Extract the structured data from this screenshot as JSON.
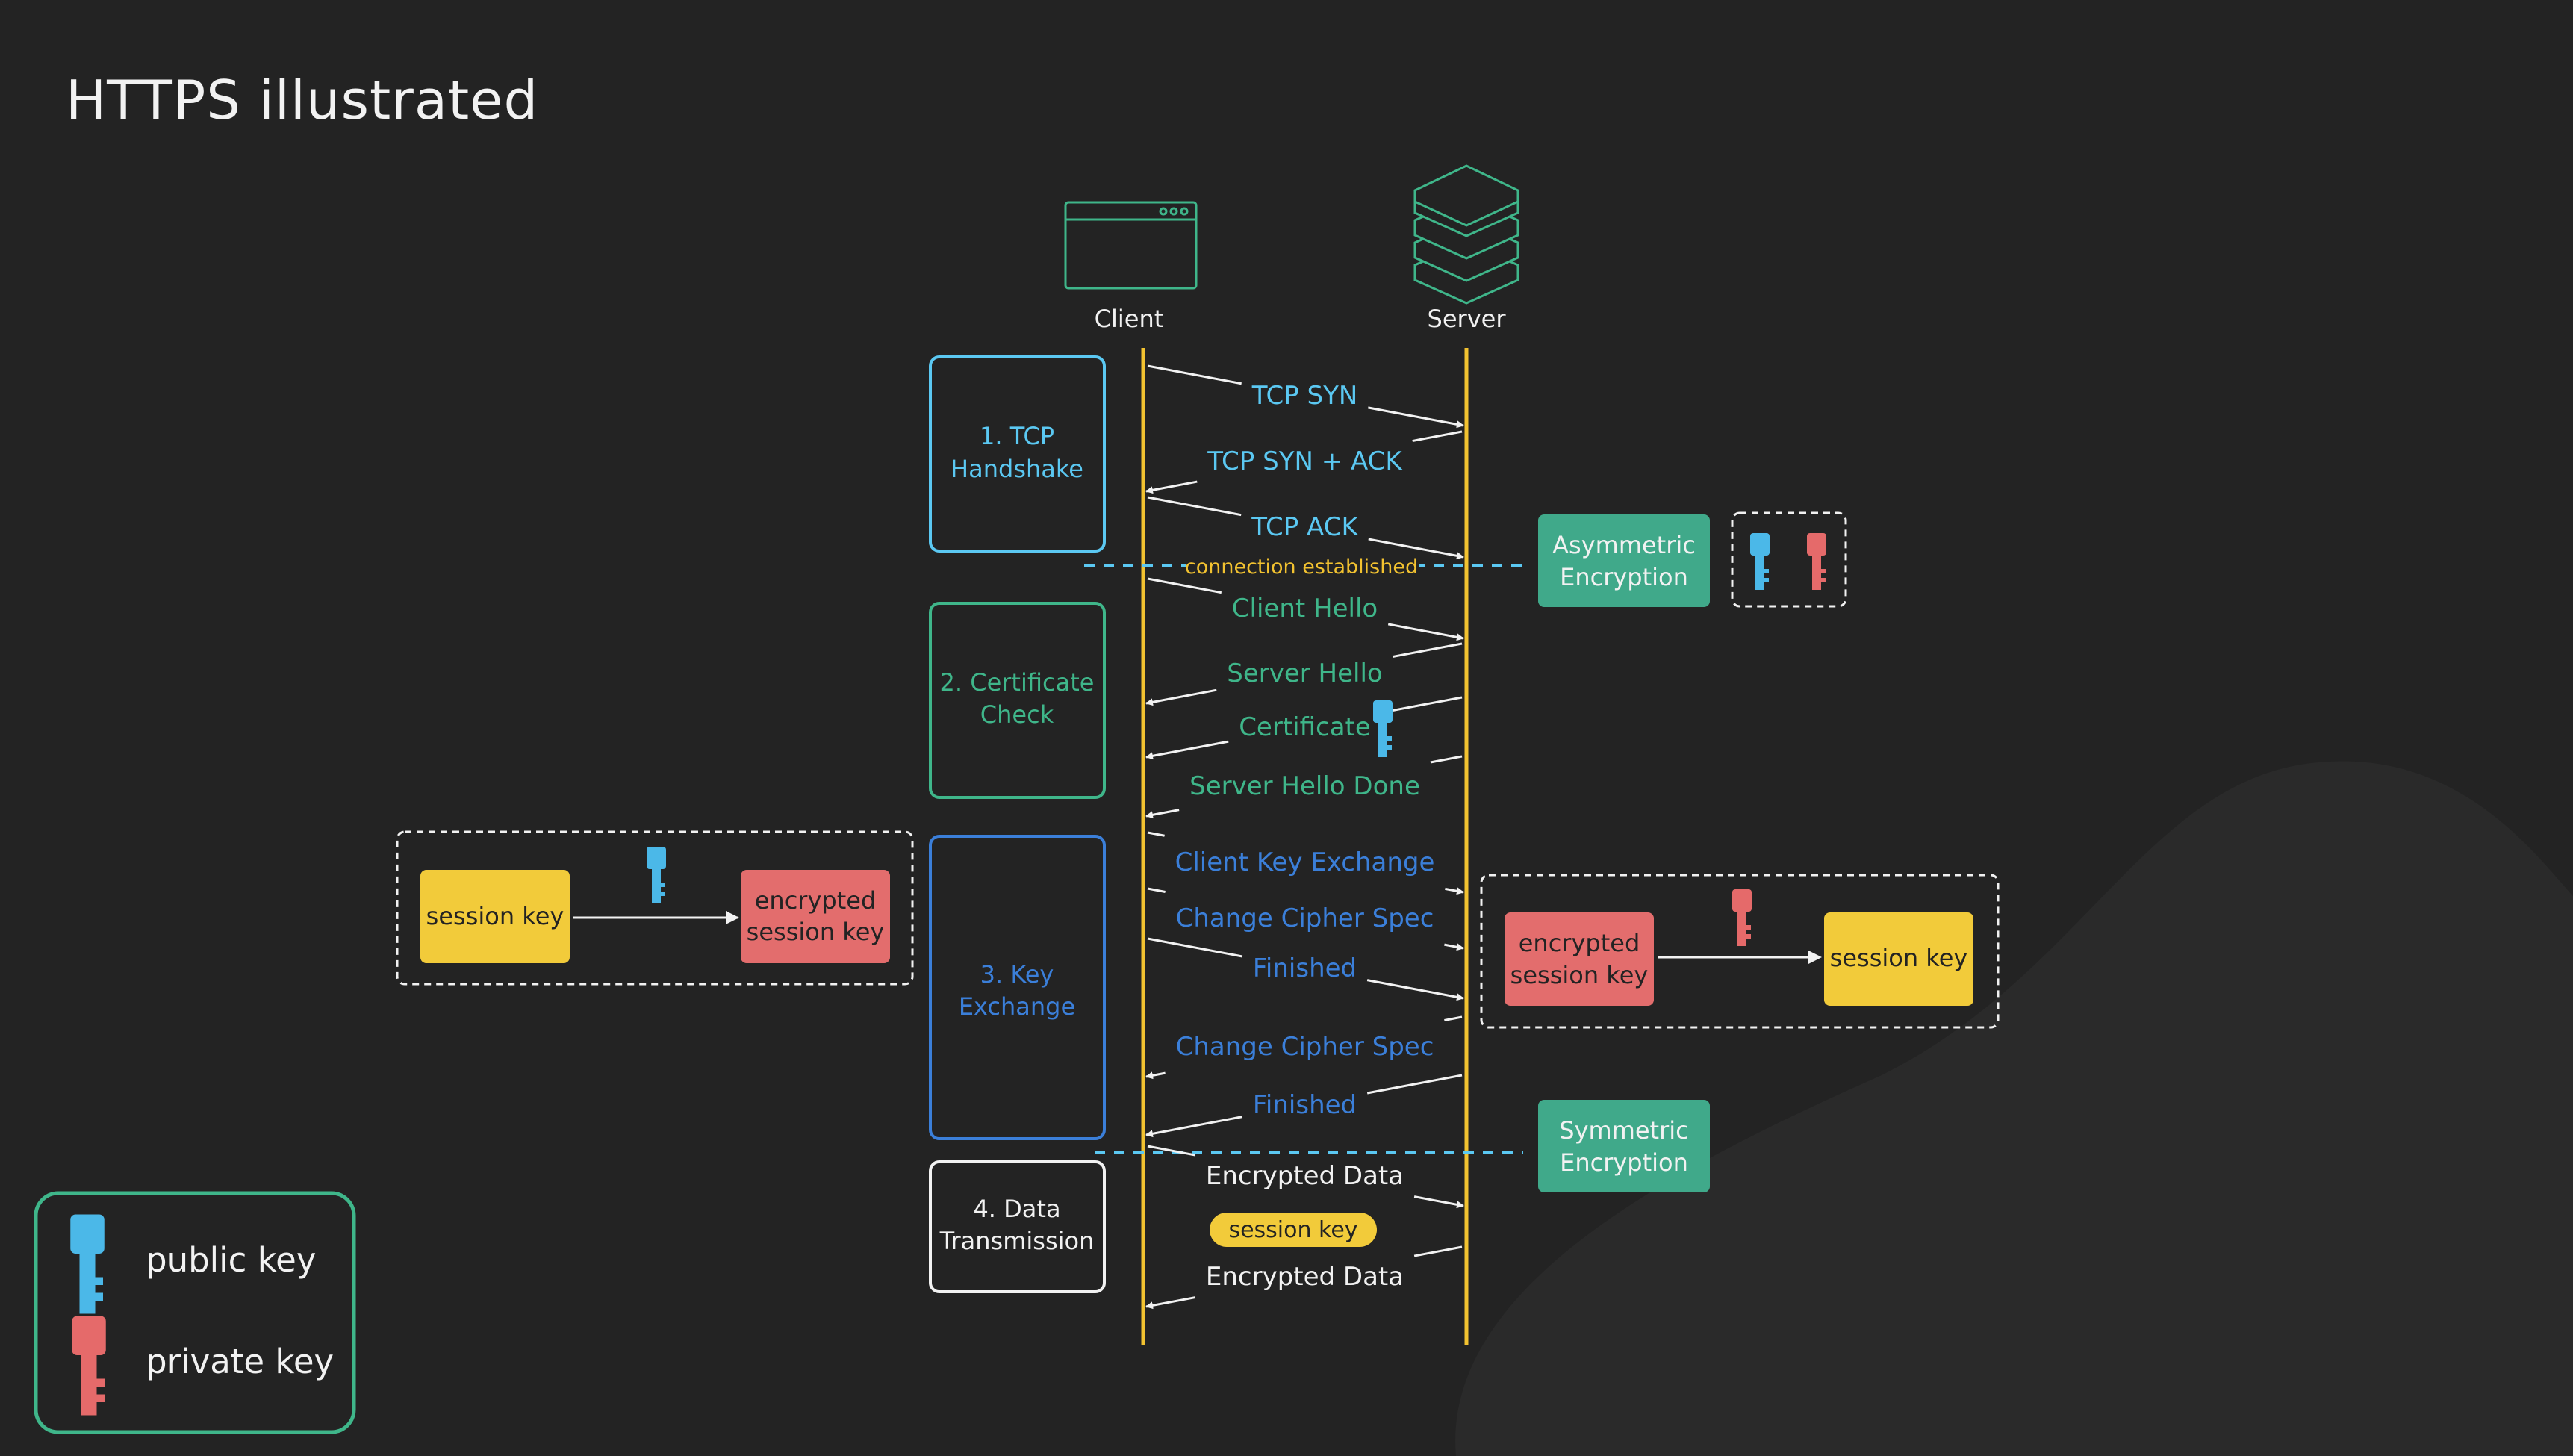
{
  "title": "HTTPS illustrated",
  "actors": {
    "client": "Client",
    "server": "Server"
  },
  "phases": {
    "tcp": [
      "1. TCP",
      "Handshake"
    ],
    "cert": [
      "2. Certificate",
      "Check"
    ],
    "key": [
      "3. Key",
      "Exchange"
    ],
    "data": [
      "4. Data",
      "Transmission"
    ]
  },
  "messages": [
    {
      "text": "TCP SYN",
      "dir": "to-server"
    },
    {
      "text": "TCP SYN + ACK",
      "dir": "to-client"
    },
    {
      "text": "TCP ACK",
      "dir": "to-server"
    },
    {
      "text": "Client Hello",
      "dir": "to-server"
    },
    {
      "text": "Server Hello",
      "dir": "to-client"
    },
    {
      "text": "Certificate",
      "dir": "to-client"
    },
    {
      "text": "Server Hello Done",
      "dir": "to-client"
    },
    {
      "text": "Client Key Exchange",
      "dir": "to-server"
    },
    {
      "text": "Change Cipher Spec",
      "dir": "to-server"
    },
    {
      "text": "Finished",
      "dir": "to-server"
    },
    {
      "text": "Change Cipher Spec",
      "dir": "to-client"
    },
    {
      "text": "Finished",
      "dir": "to-client"
    },
    {
      "text": "Encrypted Data",
      "dir": "to-server"
    },
    {
      "text": "Encrypted Data",
      "dir": "to-client"
    }
  ],
  "connection_established": "connection established",
  "asymmetric": [
    "Asymmetric",
    "Encryption"
  ],
  "symmetric": [
    "Symmetric",
    "Encryption"
  ],
  "session_key": "session key",
  "encrypted_session_key": [
    "encrypted",
    "session key"
  ],
  "legend": {
    "public_key": "public key",
    "private_key": "private key"
  },
  "colors": {
    "background": "#232323",
    "lifeline": "#f2c230",
    "tcp": "#5bc8f2",
    "cert": "#3fb68a",
    "key": "#3b7fd9",
    "data": "#f2f2f2",
    "public_key": "#4bb8e8",
    "private_key": "#e56a6a",
    "session_key_fill": "#f2cb3a",
    "encrypted_fill": "#e36d6d",
    "encryption_badge": "#40a98a"
  }
}
